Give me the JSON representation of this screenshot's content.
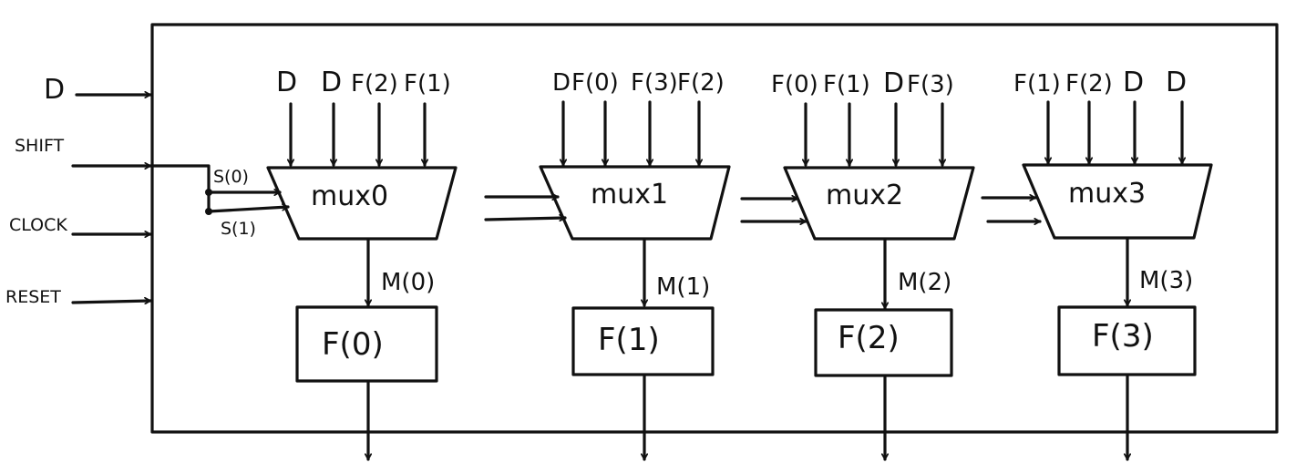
{
  "external_inputs": [
    "D",
    "SHIFT",
    "CLOCK",
    "RESET"
  ],
  "select_labels": [
    "S(0)",
    "S(1)"
  ],
  "muxes": [
    {
      "name": "mux0",
      "inputs": [
        "D",
        "D",
        "F(2)",
        "F(1)"
      ],
      "output": "M(0)",
      "register": "F(0)"
    },
    {
      "name": "mux1",
      "inputs": [
        "D",
        "F(0)",
        "F(3)",
        "F(2)"
      ],
      "output": "M(1)",
      "register": "F(1)"
    },
    {
      "name": "mux2",
      "inputs": [
        "F(0)",
        "F(1)",
        "D",
        "F(3)"
      ],
      "output": "M(2)",
      "register": "F(2)"
    },
    {
      "name": "mux3",
      "inputs": [
        "F(1)",
        "F(2)",
        "D",
        "D"
      ],
      "output": "M(3)",
      "register": "F(3)"
    }
  ]
}
